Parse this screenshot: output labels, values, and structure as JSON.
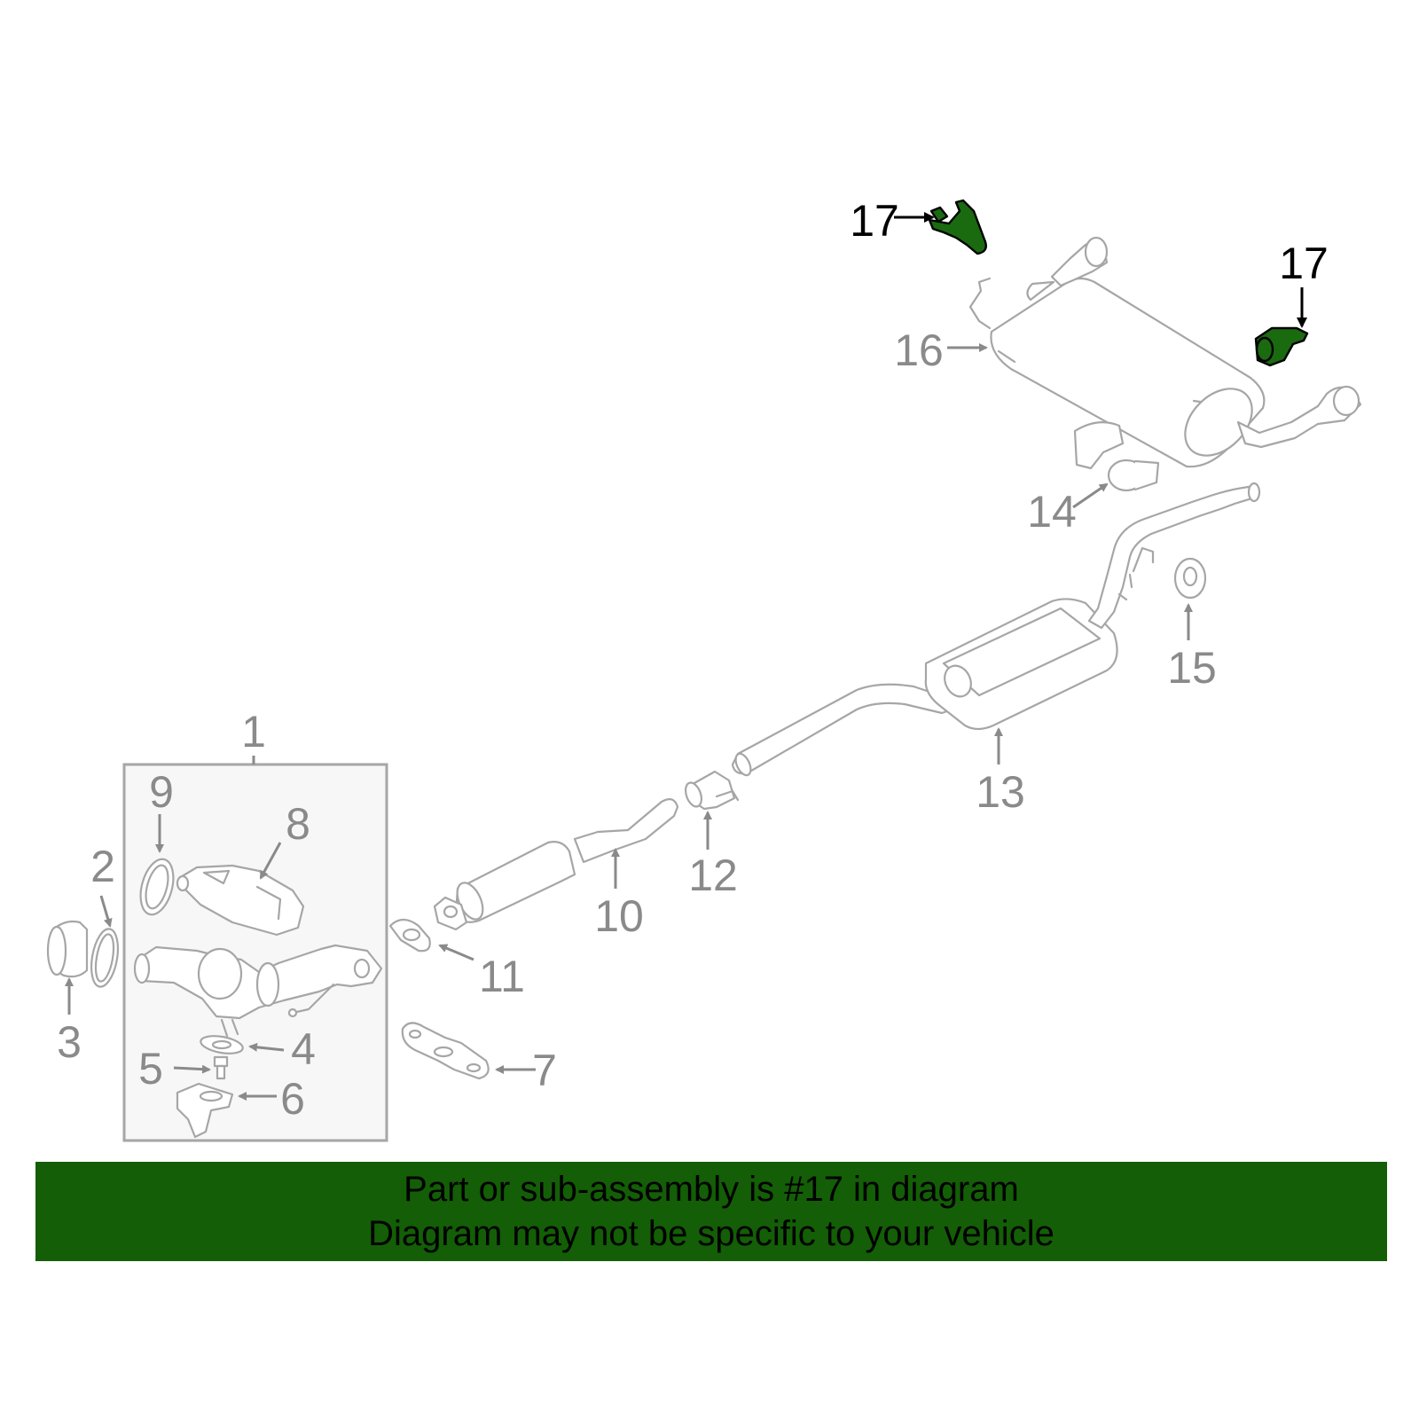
{
  "callouts": {
    "c1": "1",
    "c2": "2",
    "c3": "3",
    "c4": "4",
    "c5": "5",
    "c6": "6",
    "c7": "7",
    "c8": "8",
    "c9": "9",
    "c10": "10",
    "c11": "11",
    "c12": "12",
    "c13": "13",
    "c14": "14",
    "c15": "15",
    "c16": "16",
    "c17a": "17",
    "c17b": "17"
  },
  "highlight_part": "17",
  "colors": {
    "highlight_fill": "#1a6a10",
    "banner_bg": "#135e06",
    "part_line": "#a6a6a6",
    "label_gray": "#8a8a8a"
  },
  "banner": {
    "line1": "Part or sub-assembly is #17 in diagram",
    "line2": "Diagram may not be specific to your vehicle"
  }
}
